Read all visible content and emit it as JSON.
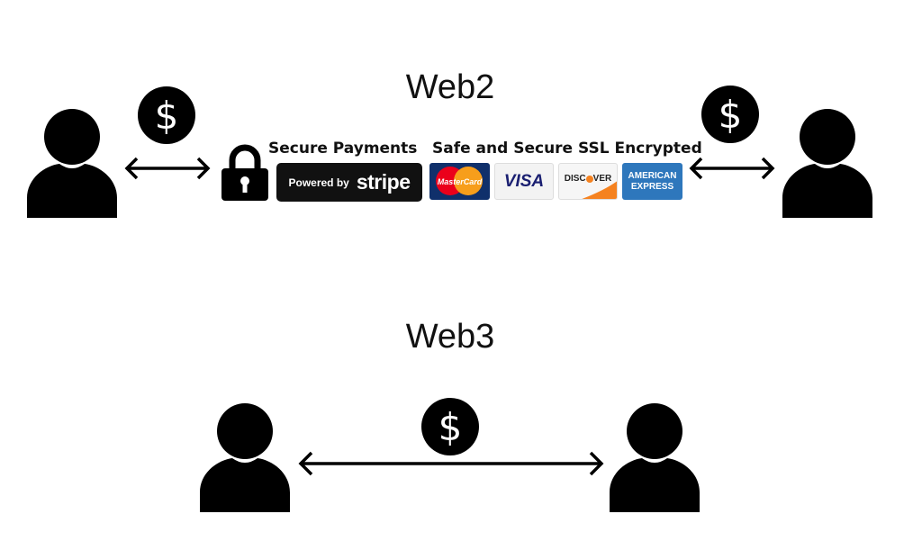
{
  "web2": {
    "title": "Web2",
    "currency_symbol": "$",
    "secure_payments_label": "Secure Payments",
    "powered_by": "Powered by",
    "stripe": "stripe",
    "ssl_label": "Safe and Secure SSL Encrypted",
    "cards": {
      "mastercard": "MasterCard",
      "visa": "VISA",
      "discover_pre": "DISC",
      "discover_post": "VER",
      "amex_1": "AMERICAN",
      "amex_2": "EXPRESS"
    }
  },
  "web3": {
    "title": "Web3",
    "currency_symbol": "$"
  },
  "colors": {
    "icon": "#000000",
    "visa": "#1a1f71",
    "amex": "#2e77bc",
    "discover": "#f58220",
    "mc_red": "#eb001b",
    "mc_yellow": "#f79e1b",
    "mc_bg": "#10306b"
  }
}
